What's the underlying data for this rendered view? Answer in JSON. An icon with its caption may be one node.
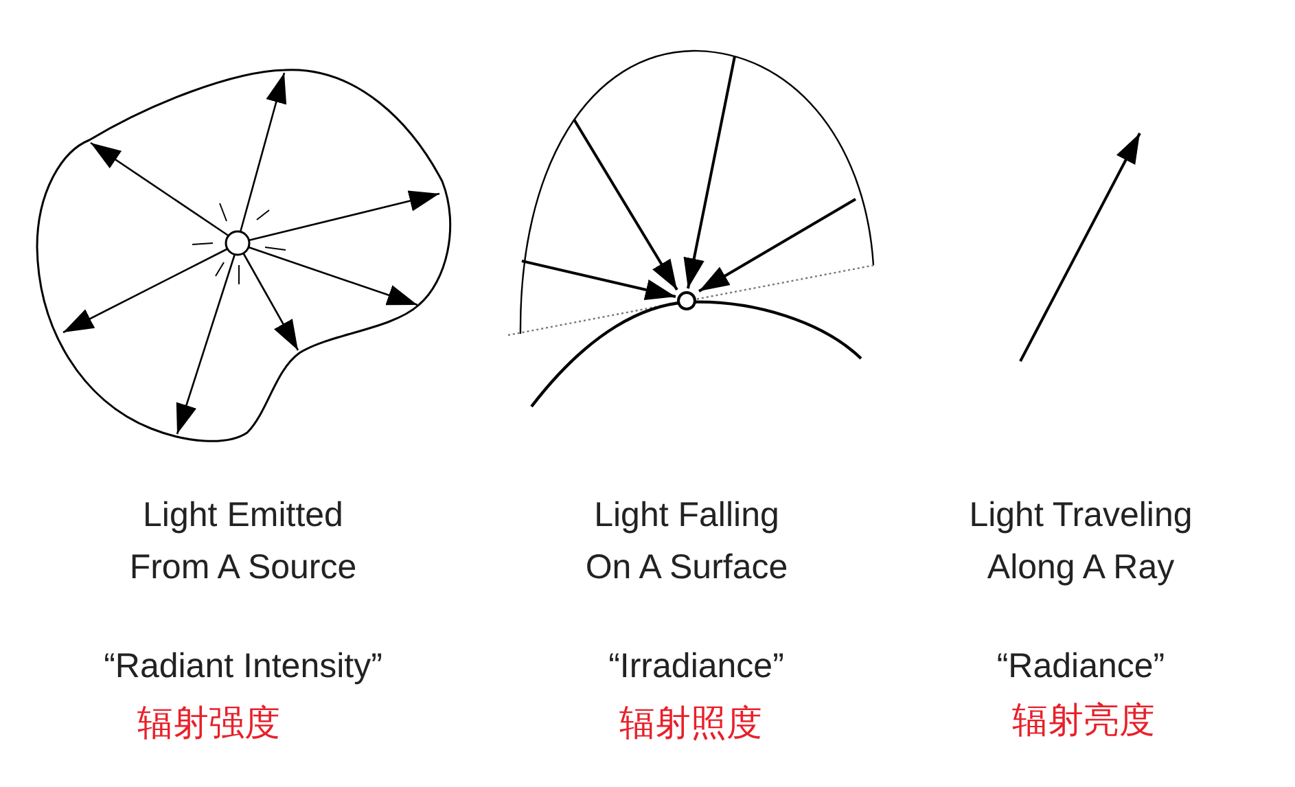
{
  "diagram": {
    "labels": [
      "Light Emitted From A Source",
      "Light Falling On A Surface",
      "Light Traveling Along A Ray",
      "“Radiant Intensity”",
      "“Irradiance”",
      "“Radiance”",
      "辐射强度",
      "辐射照度",
      "辐射亮度"
    ]
  }
}
